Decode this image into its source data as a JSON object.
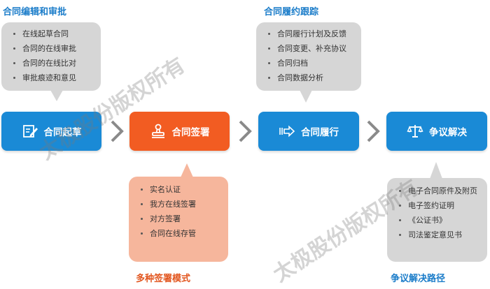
{
  "sections": {
    "editing_title": "合同编辑和审批",
    "tracking_title": "合同履约跟踪",
    "signing_title": "多种签署模式",
    "dispute_title": "争议解决路径"
  },
  "steps": {
    "draft": "合同起草",
    "sign": "合同签署",
    "perform": "合同履行",
    "dispute": "争议解决"
  },
  "bubbles": {
    "editing": [
      "在线起草合同",
      "合同的在线审批",
      "合同的在线比对",
      "审批痕迹和意见"
    ],
    "tracking": [
      "合同履行计划及反馈",
      "合同变更、补充协议",
      "合同归档",
      "合同数据分析"
    ],
    "signing": [
      "实名认证",
      "我方在线签署",
      "对方签署",
      "合同在线存管"
    ],
    "dispute": [
      "电子合同原件及附页",
      "电子签约证明",
      "《公证书》",
      "司法鉴定意见书"
    ]
  },
  "watermark": "太极股份版权所有",
  "colors": {
    "blue": "#1a8ad6",
    "orange": "#f25c22",
    "title_blue": "#1a7cc9",
    "title_orange": "#e2561f",
    "bubble_gray": "#d6d6d6",
    "bubble_salmon": "#f6b69c"
  }
}
